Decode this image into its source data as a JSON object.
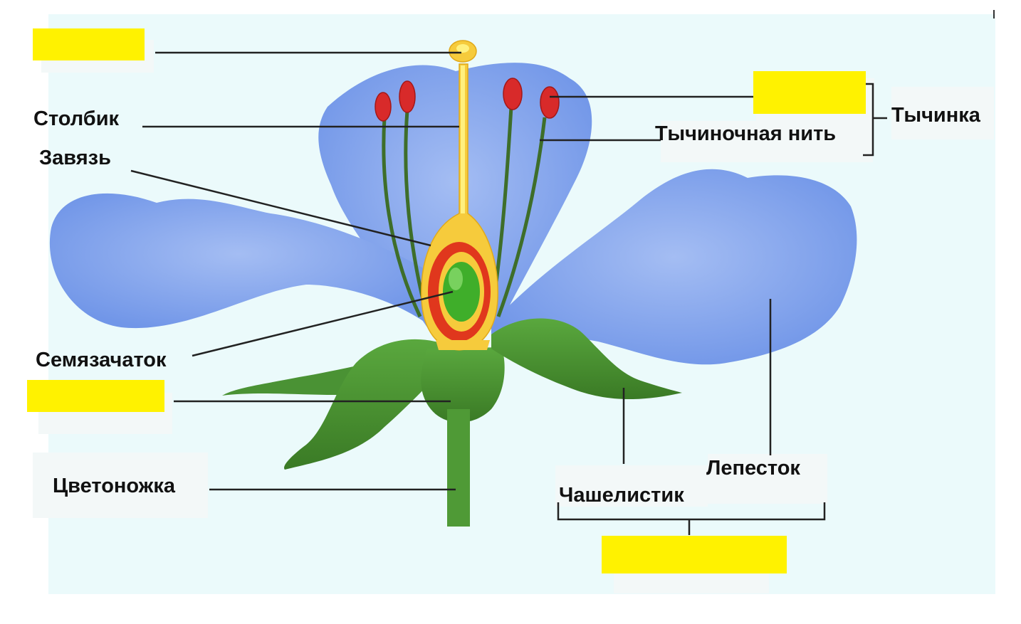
{
  "diagram": {
    "labels": {
      "style": "Столбик",
      "ovary": "Завязь",
      "ovule": "Семязачаток",
      "pedicel": "Цветоножка",
      "stamen": "Тычинка",
      "filament": "Тычиночная нить",
      "petal": "Лепесток",
      "sepal": "Чашелистик"
    },
    "blank_answer_boxes": 4
  },
  "colors": {
    "background_panel": "#ebfafb",
    "petal": "#7d9fec",
    "petal_light": "#a4bdf3",
    "sepal": "#4f9a36",
    "sepal_dark": "#3a7a25",
    "pistil": "#f6cb3c",
    "pistil_light": "#fff07e",
    "ovary_wall": "#e0371d",
    "ovule": "#3fae2a",
    "anther": "#d82a2a",
    "answer_box": "#fff200",
    "leader_line": "#222222"
  }
}
